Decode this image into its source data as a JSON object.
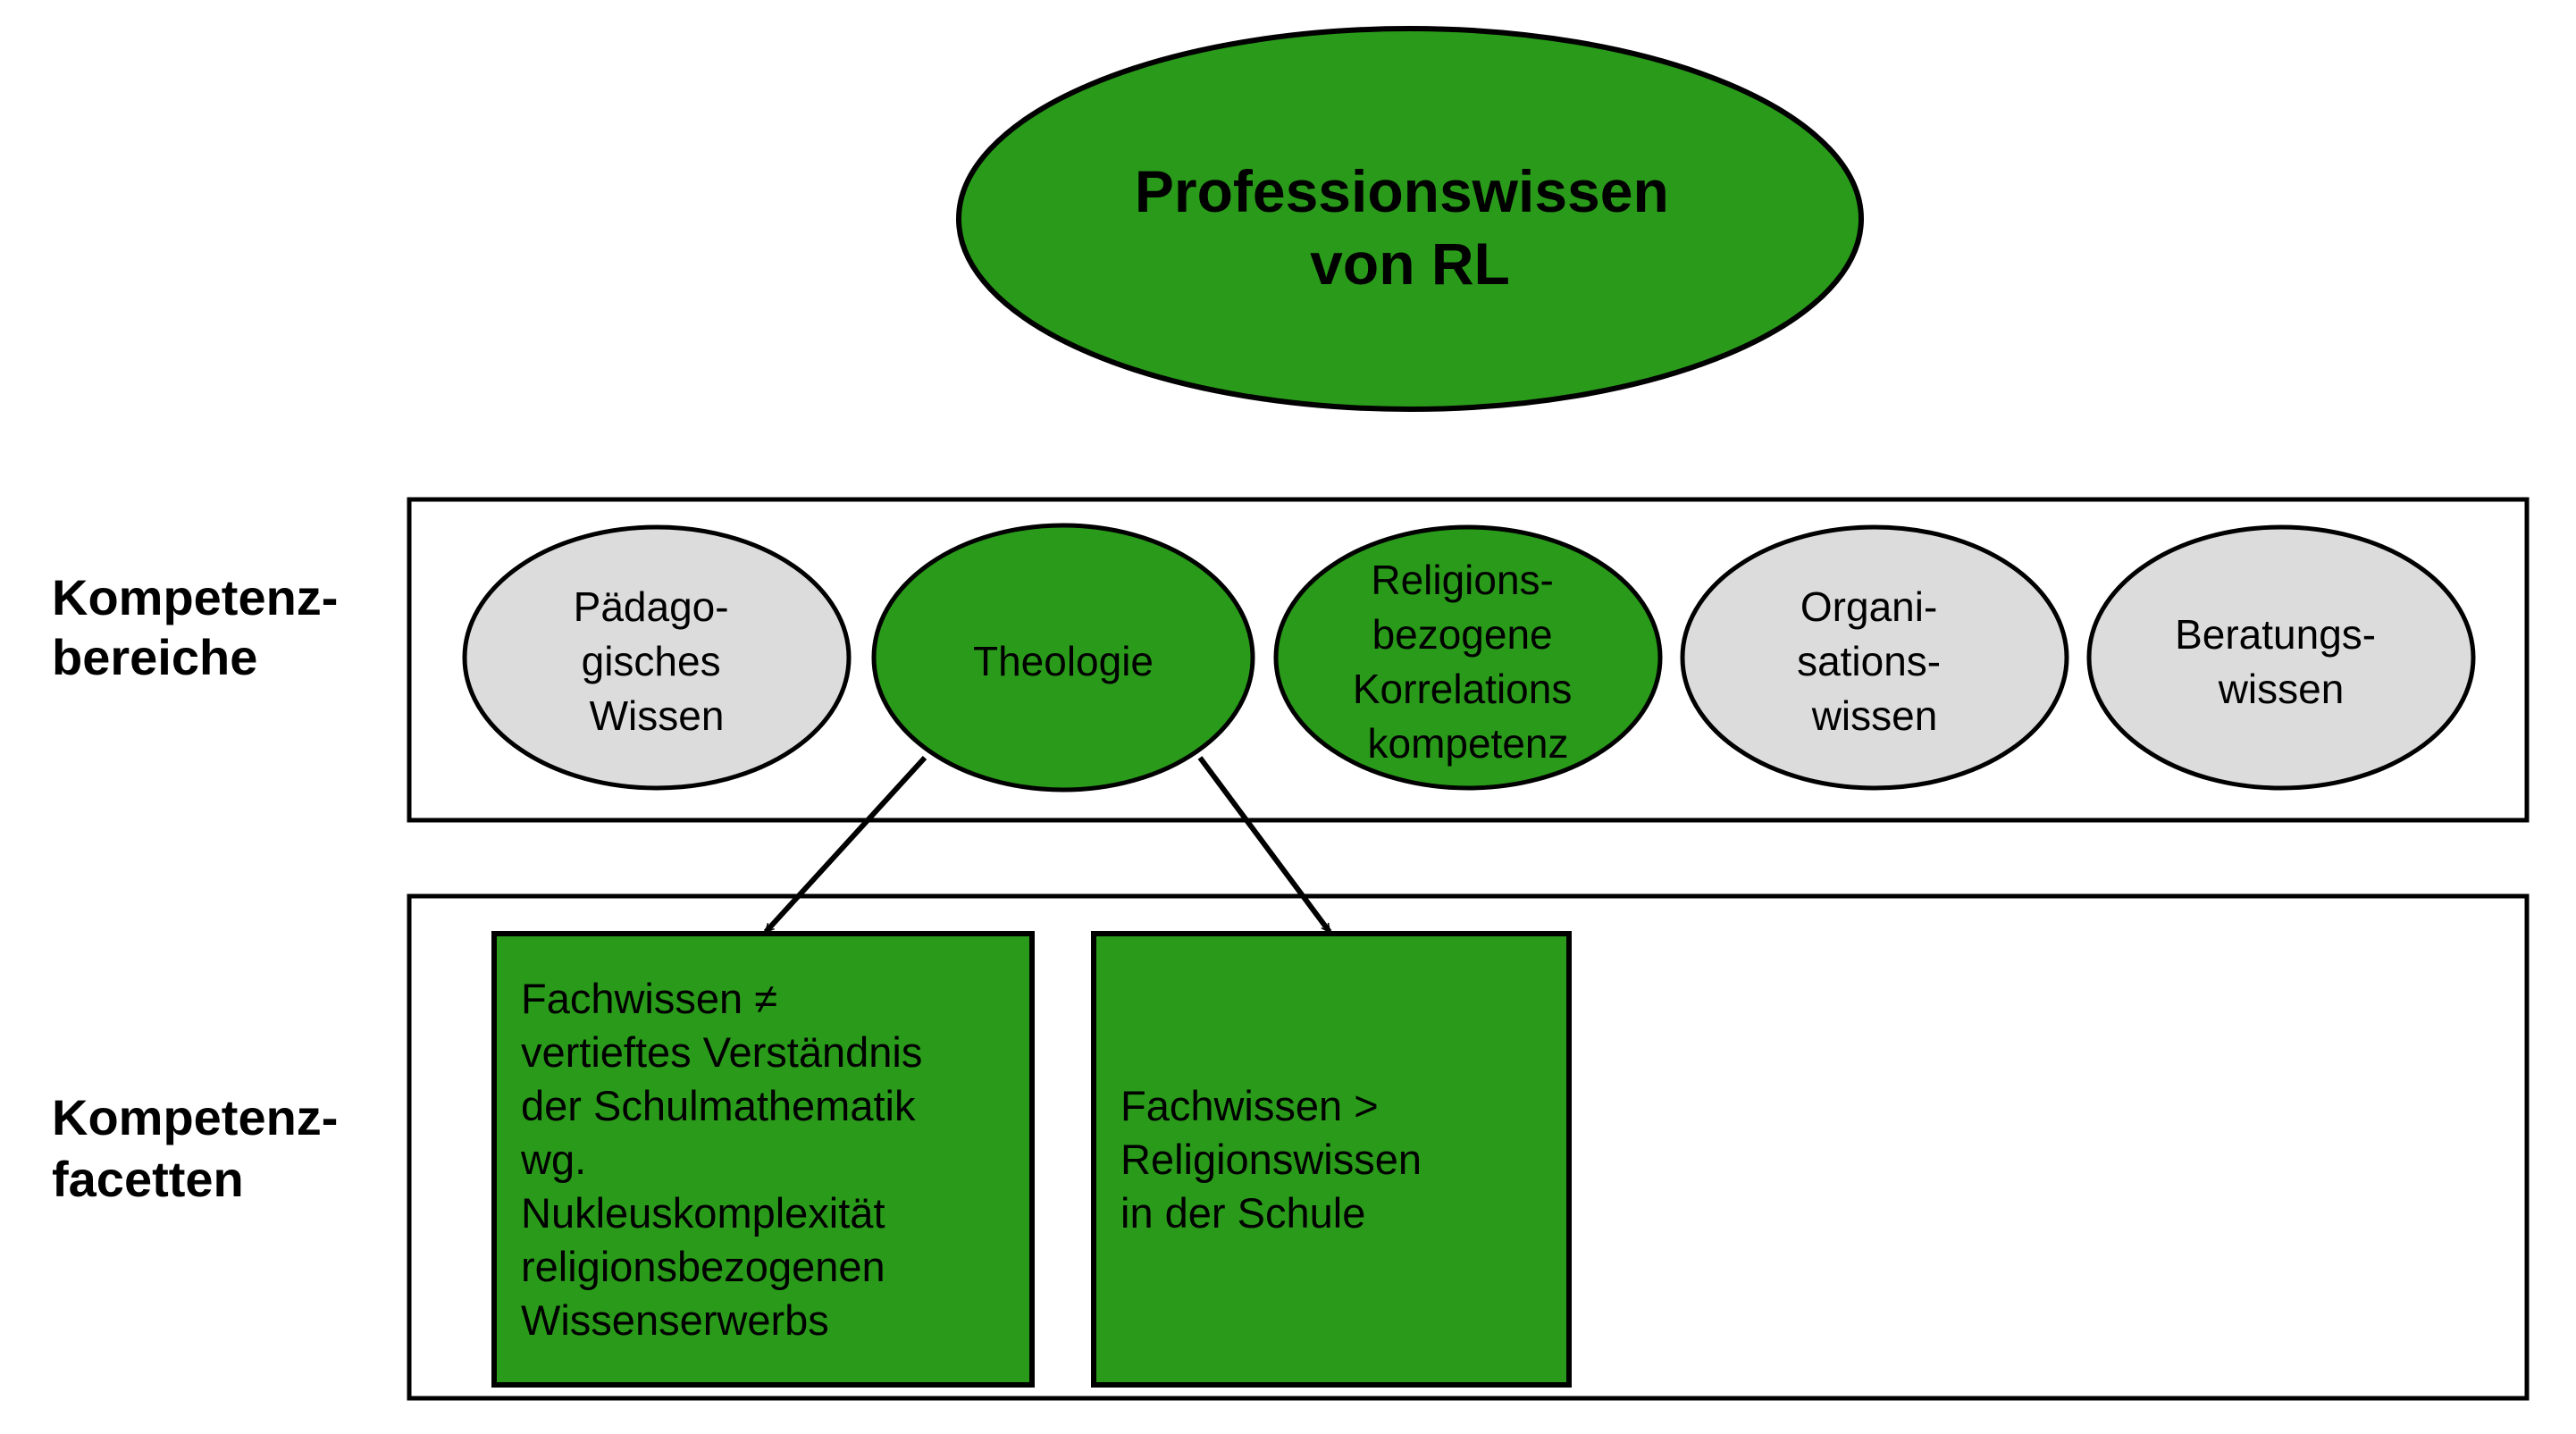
{
  "colors": {
    "green": "#2a9a1a",
    "grey": "#dcdcdc",
    "stroke": "#000000",
    "background": "#ffffff"
  },
  "title": {
    "lines": [
      "Professionswissen",
      "von RL"
    ]
  },
  "side_labels": {
    "bereiche": [
      "Kompetenz-",
      "bereiche"
    ],
    "facetten": [
      "Kompetenz-",
      "facetten"
    ]
  },
  "competence_areas": [
    {
      "lines": [
        "Pädago-",
        "gisches",
        "Wissen"
      ],
      "fill": "grey"
    },
    {
      "lines": [
        "Theologie"
      ],
      "fill": "green"
    },
    {
      "lines": [
        "Religions-",
        "bezogene",
        "Korrelations",
        "kompetenz"
      ],
      "fill": "green"
    },
    {
      "lines": [
        "Organi-",
        "sations-",
        "wissen"
      ],
      "fill": "grey"
    },
    {
      "lines": [
        "Beratungs-",
        "wissen"
      ],
      "fill": "grey"
    }
  ],
  "facets": [
    {
      "lines": [
        "Fachwissen ≠",
        "vertieftes Verständnis",
        "der Schulmathematik",
        "wg.",
        "Nukleuskomplexität",
        "religionsbezogenen",
        "Wissenserwerbs"
      ]
    },
    {
      "lines": [
        "Fachwissen >",
        "Religionswissen",
        "in der Schule"
      ]
    }
  ]
}
